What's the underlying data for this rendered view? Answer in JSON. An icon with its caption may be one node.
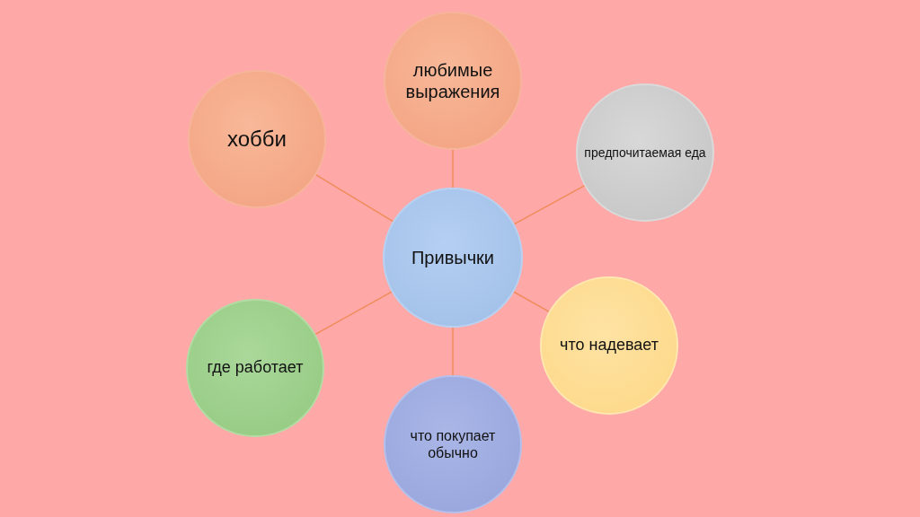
{
  "diagram": {
    "nodes": [
      {
        "text": [
          "Привычки"
        ]
      },
      {
        "text": [
          "любимые выражения"
        ]
      },
      {
        "text": [
          "хобби"
        ]
      },
      {
        "text": [
          "предпочитаемая еда"
        ]
      },
      {
        "text": [
          "что надевает"
        ]
      },
      {
        "text": [
          "где работает"
        ]
      },
      {
        "text": [
          "что покупает обычно"
        ]
      }
    ],
    "edges": [
      {
        "from": 0,
        "to": 1,
        "arrow": "none"
      },
      {
        "from": 0,
        "to": 2,
        "arrow": "none"
      },
      {
        "from": 0,
        "to": 3,
        "arrow": "none"
      },
      {
        "from": 0,
        "to": 4,
        "arrow": "none"
      },
      {
        "from": 0,
        "to": 5,
        "arrow": "none"
      },
      {
        "from": 0,
        "to": 6,
        "arrow": "none"
      }
    ]
  }
}
